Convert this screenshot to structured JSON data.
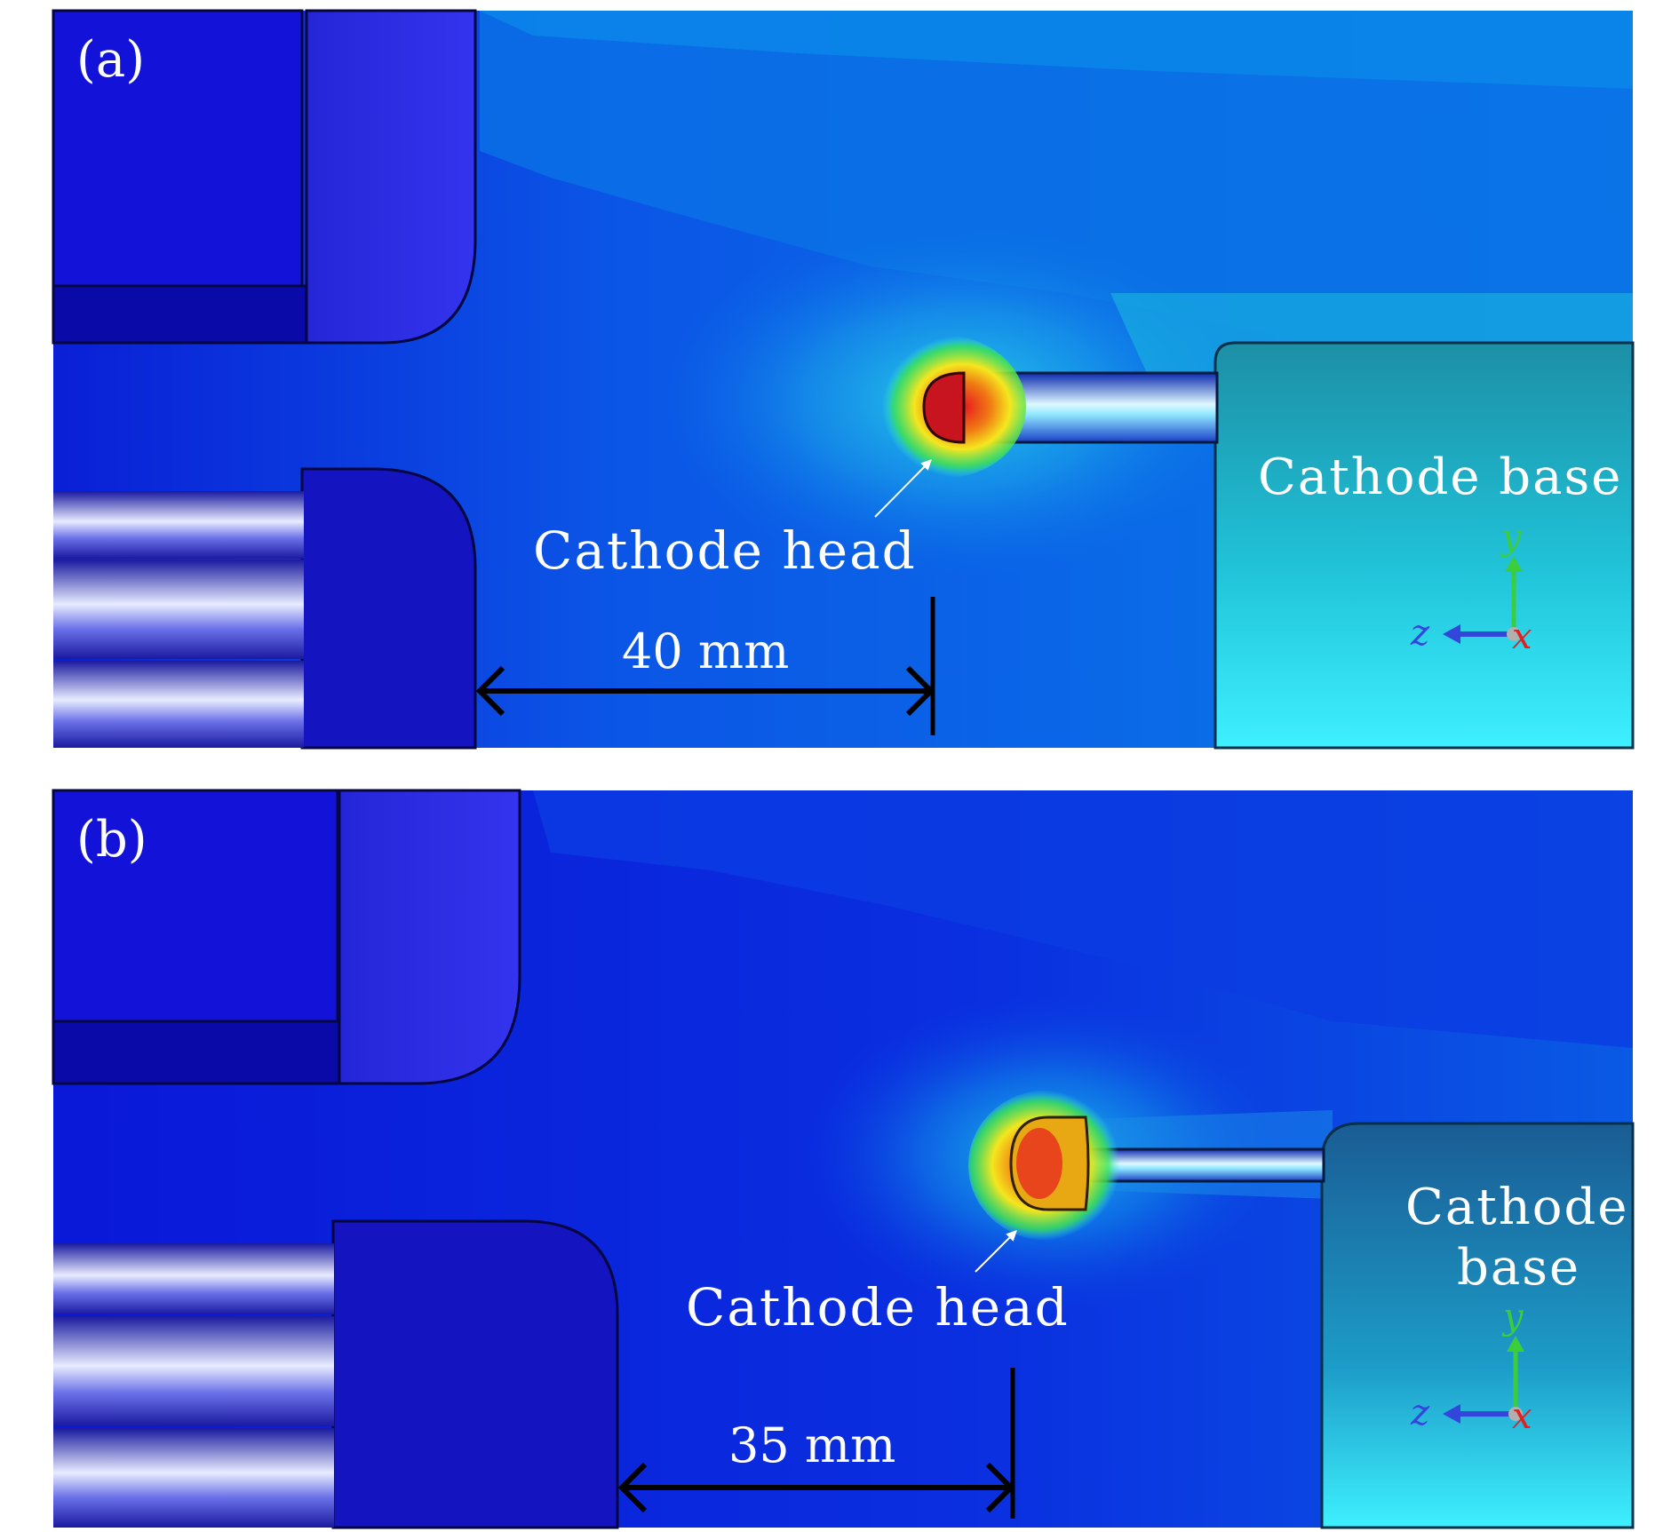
{
  "figure": {
    "panels": [
      {
        "id": "a",
        "panel_label": "(a)",
        "cathode_head_label": "Cathode head",
        "cathode_base_label": "Cathode base",
        "distance_label": "40 mm",
        "axes": {
          "y": "y",
          "z": "z",
          "x": "x"
        }
      },
      {
        "id": "b",
        "panel_label": "(b)",
        "cathode_head_label": "Cathode head",
        "cathode_base_label_line1": "Cathode",
        "cathode_base_label_line2": "base",
        "distance_label": "35 mm",
        "axes": {
          "y": "y",
          "z": "z",
          "x": "x"
        }
      }
    ],
    "colors": {
      "field_low": "#0a1ee0",
      "field_mid": "#0a78e8",
      "field_high_cyan": "#2fe6f0",
      "hotspot_red": "#e8141e",
      "hotspot_yellow": "#f5e61e",
      "axis_y": "#3ccd3c",
      "axis_z": "#3246dc",
      "axis_x": "#e61e1e"
    }
  }
}
